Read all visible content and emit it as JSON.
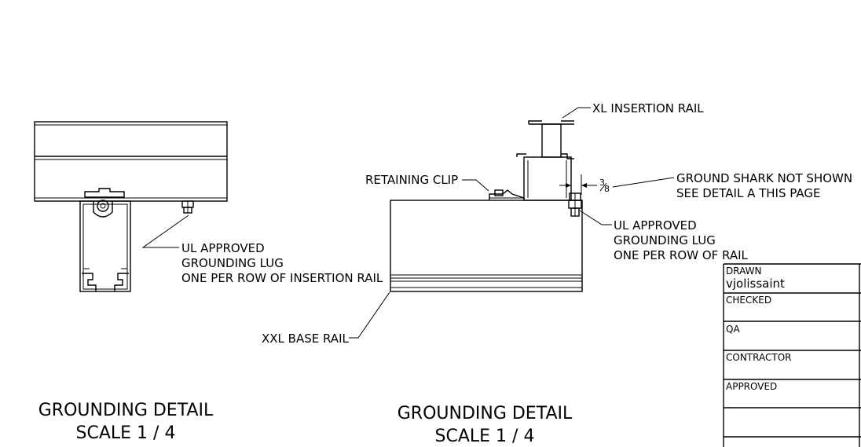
{
  "left_detail": {
    "callout_lug": [
      "UL APPROVED",
      "GROUNDING LUG",
      "ONE PER ROW OF INSERTION RAIL"
    ],
    "title": "GROUNDING DETAIL",
    "scale": "SCALE 1 / 4"
  },
  "right_detail": {
    "callout_insertion_rail": "XL INSERTION RAIL",
    "callout_retaining_clip": "RETAINING CLIP",
    "dimension": {
      "whole": "3",
      "denominator": "8"
    },
    "callout_ground_shark": [
      "GROUND SHARK NOT SHOWN",
      "SEE DETAIL A THIS PAGE"
    ],
    "callout_lug": [
      "UL APPROVED",
      "GROUNDING LUG",
      "ONE PER ROW OF RAIL"
    ],
    "callout_base_rail": "XXL BASE RAIL",
    "title": "GROUNDING DETAIL",
    "scale": "SCALE 1 / 4"
  },
  "title_block": {
    "rows": [
      {
        "label": "DRAWN",
        "value": "vjolissaint"
      },
      {
        "label": "CHECKED",
        "value": ""
      },
      {
        "label": "QA",
        "value": ""
      },
      {
        "label": "CONTRACTOR",
        "value": ""
      },
      {
        "label": "APPROVED",
        "value": ""
      },
      {
        "label": "",
        "value": ""
      }
    ]
  }
}
